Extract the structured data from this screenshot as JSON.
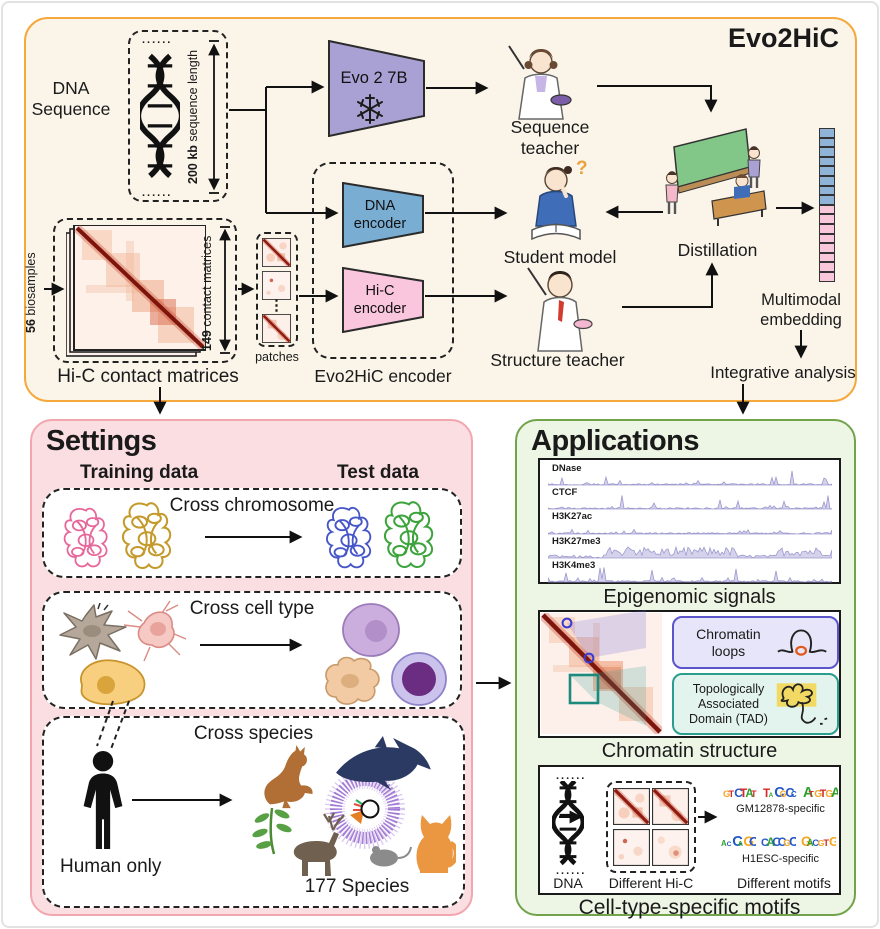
{
  "header": {
    "title": "Evo2HiC"
  },
  "top": {
    "dna_sequence_label": "DNA Sequence",
    "seq_len_bold": "200 kb",
    "seq_len_rest": " sequence length",
    "biosamples_bold": "56",
    "biosamples_rest": " biosamples",
    "contact_bold": "149",
    "contact_rest": " contact matrices",
    "hic_caption": "Hi-C contact matrices",
    "patches_label": "patches",
    "evo_model_label": "Evo 2 7B",
    "dna_encoder_label": "DNA encoder",
    "hic_encoder_label": "Hi-C encoder",
    "encoder_caption": "Evo2HiC encoder",
    "sequence_teacher_label": "Sequence teacher",
    "student_model_label": "Student model",
    "structure_teacher_label": "Structure teacher",
    "distillation_label": "Distillation",
    "embedding_label": "Multimodal embedding",
    "integrative_label": "Integrative analysis"
  },
  "settings": {
    "title": "Settings",
    "training_label": "Training data",
    "test_label": "Test data",
    "row1_label": "Cross chromosome",
    "row2_label": "Cross cell type",
    "row3_label": "Cross species",
    "human_label": "Human only",
    "species_label": "177 Species"
  },
  "applications": {
    "title": "Applications",
    "tracks": [
      "DNase",
      "CTCF",
      "H3K27ac",
      "H3K27me3",
      "H3K4me3"
    ],
    "epigenomic_caption": "Epigenomic signals",
    "loops_label": "Chromatin loops",
    "tad_label": "Topologically Associated Domain (TAD)",
    "chromatin_caption": "Chromatin structure",
    "dna_label": "DNA",
    "different_hic_label": "Different Hi-C",
    "different_motifs_label": "Different motifs",
    "gm_label": "GM12878-specific",
    "h1_label": "H1ESC-specific",
    "motifs_caption": "Cell-type-specific motifs"
  },
  "colors": {
    "panel_top_border": "#f5a93c",
    "panel_settings_border": "#f2a6ae",
    "panel_apps_border": "#71a34b",
    "evo_purple": "#a9a1d3",
    "encoder_blue": "#7aadd2",
    "encoder_pink": "#f9c6dd",
    "embedding_blue": "#8fb4d8",
    "embedding_pink": "#f8c8da",
    "signal_purple": "#9d99cf",
    "heatmap_red": "#7d150c",
    "loops_box": "#e7e5fa",
    "tad_box": "#e3f4ef"
  }
}
